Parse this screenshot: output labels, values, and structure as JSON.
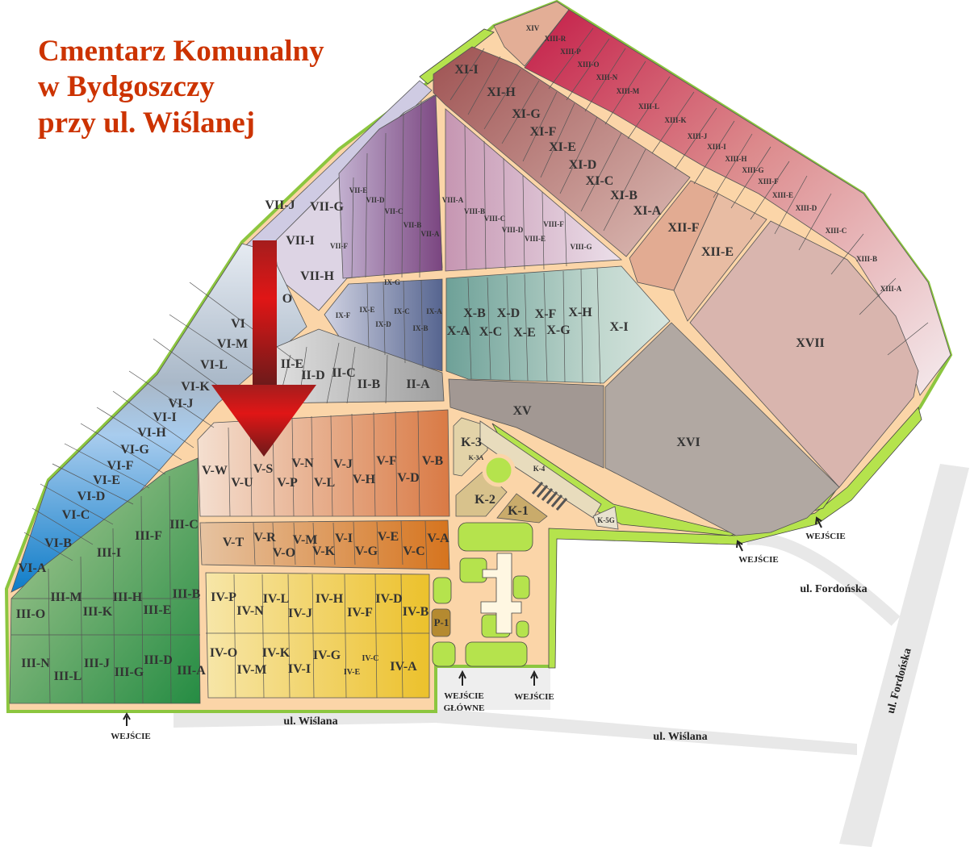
{
  "title": {
    "line1": "Cmentarz Komunalny",
    "line2": "w Bydgoszczy",
    "line3": "przy ul. Wiślanej",
    "color": "#cc3300"
  },
  "streets": {
    "wislana_1": "ul. Wiślana",
    "wislana_2": "ul. Wiślana",
    "fordonska_1": "ul. Fordońska",
    "fordonska_2": "ul. Fordońska"
  },
  "entrances": {
    "west": "WEJŚCIE",
    "main_line1": "WEJŚCIE",
    "main_line2": "GŁÓWNE",
    "south": "WEJŚCIE",
    "east_1": "WEJŚCIE",
    "east_2": "WEJŚCIE"
  },
  "sectors": [
    "XIV",
    "XIII-R",
    "XIII-P",
    "XIII-O",
    "XIII-N",
    "XIII-M",
    "XIII-L",
    "XIII-K",
    "XIII-J",
    "XIII-I",
    "XIII-H",
    "XIII-G",
    "XIII-F",
    "XIII-E",
    "XIII-D",
    "XIII-C",
    "XIII-B",
    "XIII-A",
    "XI-I",
    "XI-H",
    "XI-G",
    "XI-F",
    "XI-E",
    "XI-D",
    "XI-C",
    "XI-B",
    "XI-A",
    "XII-F",
    "XII-E",
    "XVII",
    "XVI",
    "XV",
    "VII-J",
    "VII-G",
    "VII-E",
    "VII-D",
    "VII-C",
    "VII-B",
    "VII-A",
    "VII-F",
    "VII-I",
    "VII-H",
    "VIII-A",
    "VIII-B",
    "VIII-C",
    "VIII-D",
    "VIII-E",
    "VIII-F",
    "VIII-G",
    "IX-G",
    "IX-F",
    "IX-E",
    "IX-D",
    "IX-C",
    "IX-B",
    "IX-A",
    "X-B",
    "X-A",
    "X-D",
    "X-C",
    "X-F",
    "X-E",
    "X-H",
    "X-G",
    "X-I",
    "VI",
    "O",
    "VI-M",
    "VI-L",
    "VI-K",
    "VI-J",
    "VI-I",
    "VI-H",
    "VI-G",
    "VI-F",
    "VI-E",
    "VI-D",
    "VI-C",
    "VI-B",
    "VI-A",
    "II-E",
    "II-D",
    "II-C",
    "II-B",
    "II-A",
    "V-W",
    "V-U",
    "V-S",
    "V-P",
    "V-N",
    "V-L",
    "V-J",
    "V-H",
    "V-F",
    "V-D",
    "V-B",
    "V-T",
    "V-R",
    "V-O",
    "V-M",
    "V-K",
    "V-I",
    "V-G",
    "V-E",
    "V-C",
    "V-A",
    "III-C",
    "III-F",
    "III-I",
    "III-M",
    "III-K",
    "III-H",
    "III-E",
    "III-B",
    "III-O",
    "III-N",
    "III-L",
    "III-J",
    "III-G",
    "III-D",
    "III-A",
    "IV-P",
    "IV-N",
    "IV-L",
    "IV-J",
    "IV-H",
    "IV-F",
    "IV-D",
    "IV-B",
    "IV-O",
    "IV-M",
    "IV-K",
    "IV-I",
    "IV-G",
    "IV-E",
    "IV-C",
    "IV-A",
    "P-1",
    "K-3",
    "K-3A",
    "K-4",
    "K-2",
    "K-1",
    "K-5G"
  ],
  "colors": {
    "roads": "#fbd5a8",
    "greenery": "#b5e34d",
    "arrow": "#c41a1a"
  }
}
